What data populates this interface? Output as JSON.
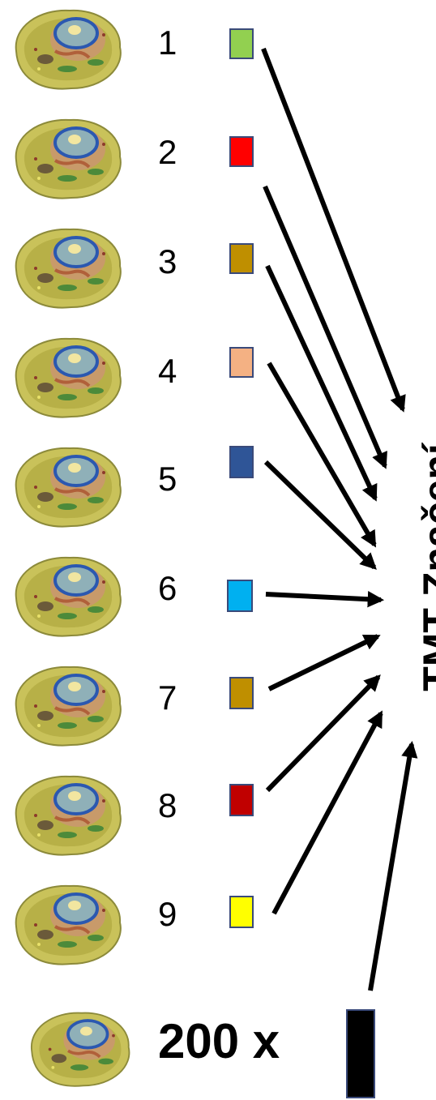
{
  "rows": [
    {
      "label": "1",
      "color": "#92d050"
    },
    {
      "label": "2",
      "color": "#ff0000"
    },
    {
      "label": "3",
      "color": "#bf8f00"
    },
    {
      "label": "4",
      "color": "#f4b183"
    },
    {
      "label": "5",
      "color": "#2f5597"
    },
    {
      "label": "6",
      "color": "#00b0f0"
    },
    {
      "label": "7",
      "color": "#bf8f00"
    },
    {
      "label": "8",
      "color": "#c00000"
    },
    {
      "label": "9",
      "color": "#ffff00"
    }
  ],
  "reference": {
    "label": "200 x",
    "color": "#000000"
  },
  "target_label": "TMT Značení",
  "cell_icon": "animal-cell-icon",
  "arrow_color": "#000000"
}
